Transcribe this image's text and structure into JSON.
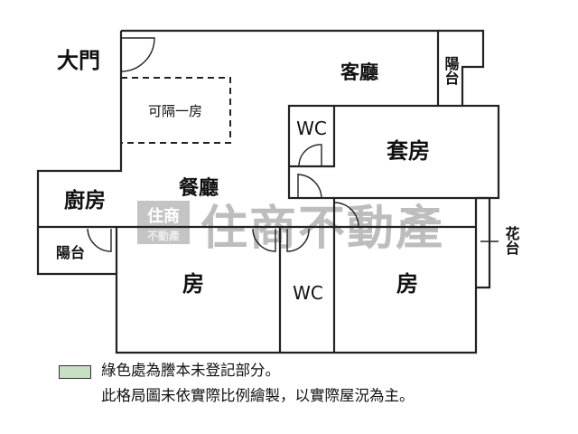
{
  "watermark": {
    "text": "住商不動產",
    "logo_top": "住商",
    "logo_bottom": "不動產"
  },
  "rooms": {
    "main_door": "大門",
    "living_room": "客廳",
    "balcony_top": "陽台",
    "optional_room": "可隔一房",
    "wc_suite": "WC",
    "suite": "套房",
    "kitchen": "廚房",
    "dining_room": "餐廳",
    "balcony_left": "陽台",
    "room_left": "房",
    "wc_middle": "WC",
    "room_right": "房",
    "planter": "花台"
  },
  "legend": {
    "swatch_color": "#c9dfc5",
    "line1": "綠色處為謄本未登記部分。",
    "line2": "此格局圖未依實際比例繪製，以實際屋況為主。"
  }
}
